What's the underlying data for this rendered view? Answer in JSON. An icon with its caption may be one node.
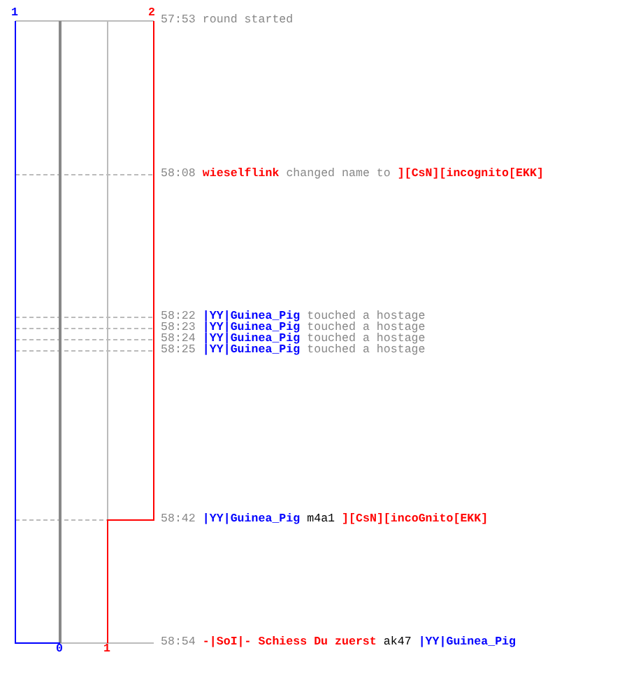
{
  "diagram": {
    "labels": [
      "1",
      "2",
      "57:53",
      "round started",
      "58:08",
      "wieselflink",
      "changed name to",
      "][CsN][incognito[EKK]",
      "58:22",
      "|YY|Guinea_Pig",
      "touched a hostage",
      "58:23",
      "|YY|Guinea_Pig",
      "touched a hostage",
      "58:24",
      "|YY|Guinea_Pig",
      "touched a hostage",
      "58:25",
      "|YY|Guinea_Pig",
      "touched a hostage",
      "58:42",
      "|YY|Guinea_Pig",
      "m4a1",
      "][CsN][incoGnito[EKK]",
      "58:54",
      "-|SoI|- Schiess Du zuerst",
      "ak47",
      "|YY|Guinea_Pig",
      "0",
      "1"
    ]
  }
}
